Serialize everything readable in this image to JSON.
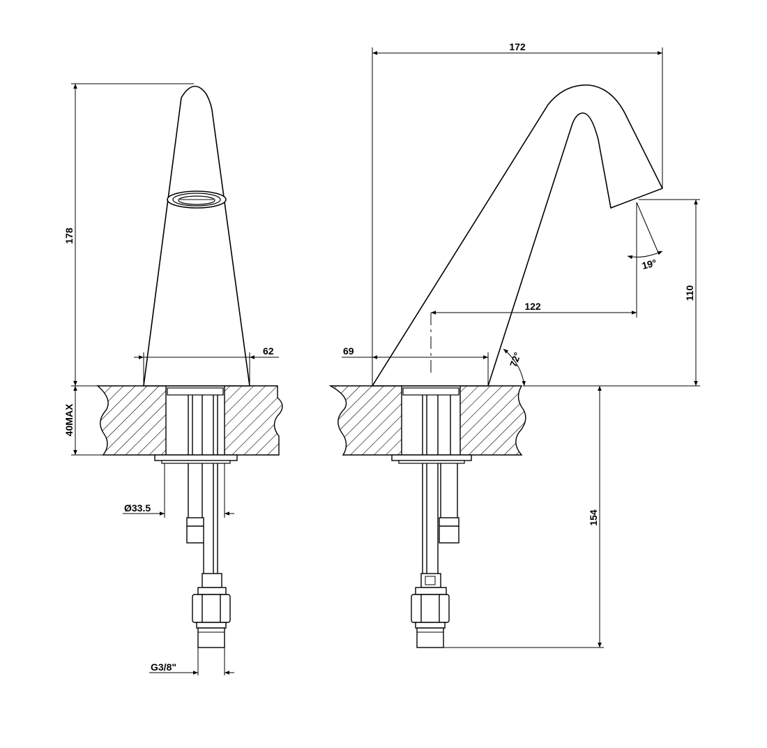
{
  "dimensions": {
    "height_total": "178",
    "mount_thickness": "40MAX",
    "base_width": "62",
    "shank_diameter": "Ø33.5",
    "thread": "G3/8\"",
    "spout_width": "172",
    "spout_reach": "122",
    "base_offset": "69",
    "outlet_height": "110",
    "below_height": "154",
    "outlet_angle": "19°",
    "body_angle": "72°"
  }
}
